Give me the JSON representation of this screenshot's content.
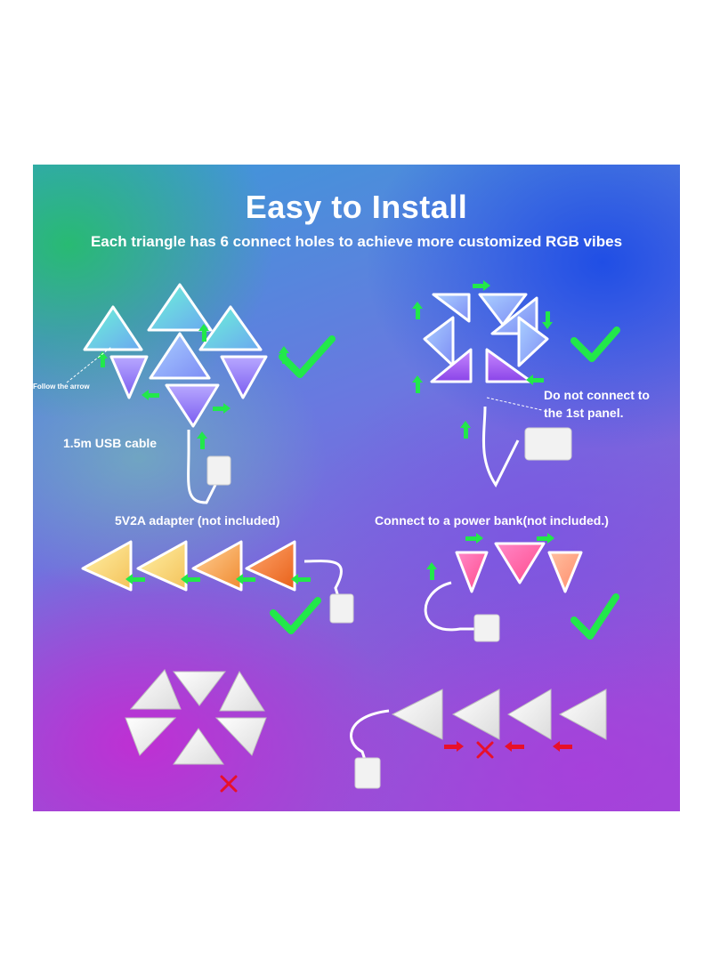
{
  "title": "Easy to Install",
  "subtitle": "Each triangle has 6 connect holes to achieve more customized RGB vibes",
  "labels": {
    "follow_arrow": "Follow the arrow",
    "usb_cable": "1.5m USB cable",
    "do_not_connect_line1": "Do not connect to",
    "do_not_connect_line2": "the 1st panel.",
    "adapter": "5V2A adapter (not included)",
    "power_bank": "Connect to a power bank(not included.)"
  },
  "colors": {
    "arrow_ok": "#22e84a",
    "arrow_bad": "#e8102a",
    "check": "#22e84a",
    "cross": "#e8102a"
  },
  "icons": [
    "check-icon",
    "cross-icon",
    "arrow-icon",
    "usb-adapter-icon",
    "power-bank-icon"
  ]
}
